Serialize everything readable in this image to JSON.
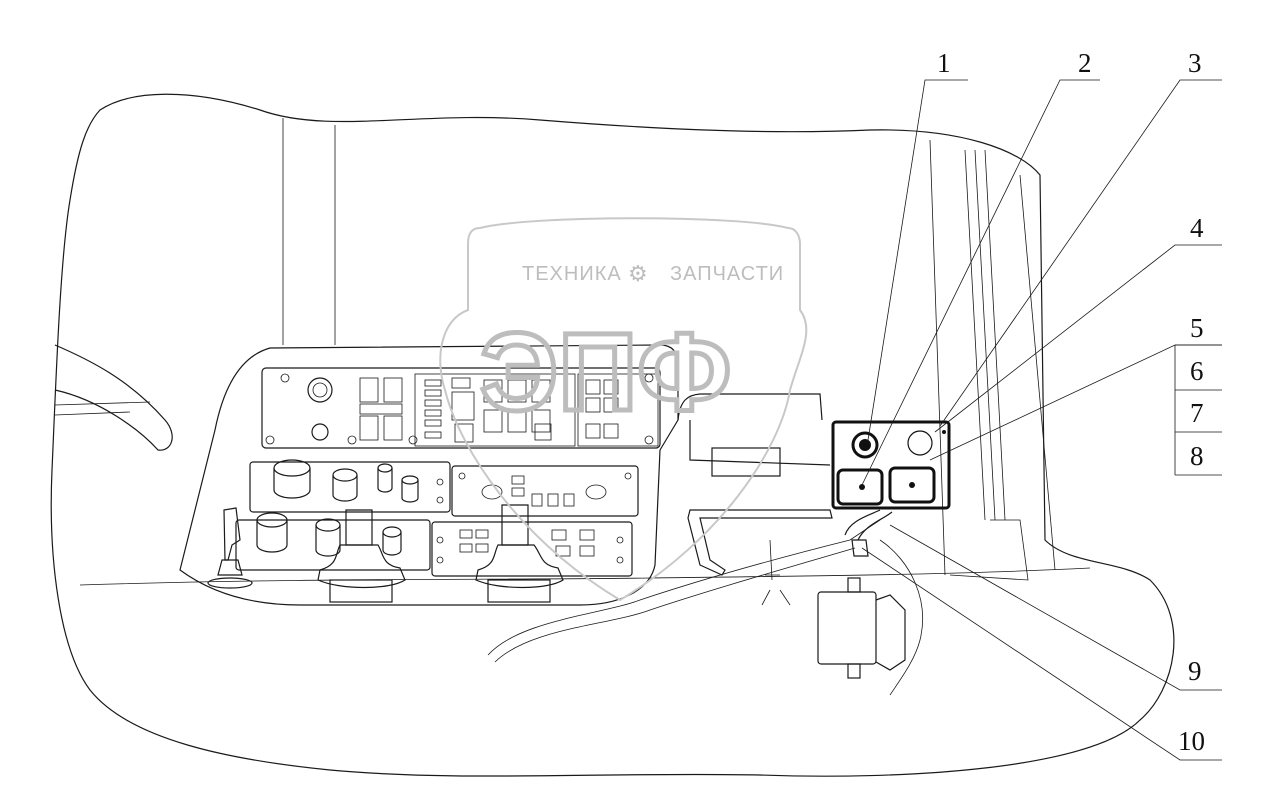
{
  "callouts": [
    "1",
    "2",
    "3",
    "4",
    "5",
    "6",
    "7",
    "8",
    "9",
    "10"
  ],
  "watermark": {
    "left_text": "ТЕХНИКА",
    "right_text": "ЗАПЧАСТИ",
    "big_text": "ЭПФ",
    "gear_icon": "gear-icon"
  },
  "colors": {
    "line": "#1a1a1a",
    "watermark": "#bdbdbd",
    "background": "#ffffff"
  }
}
